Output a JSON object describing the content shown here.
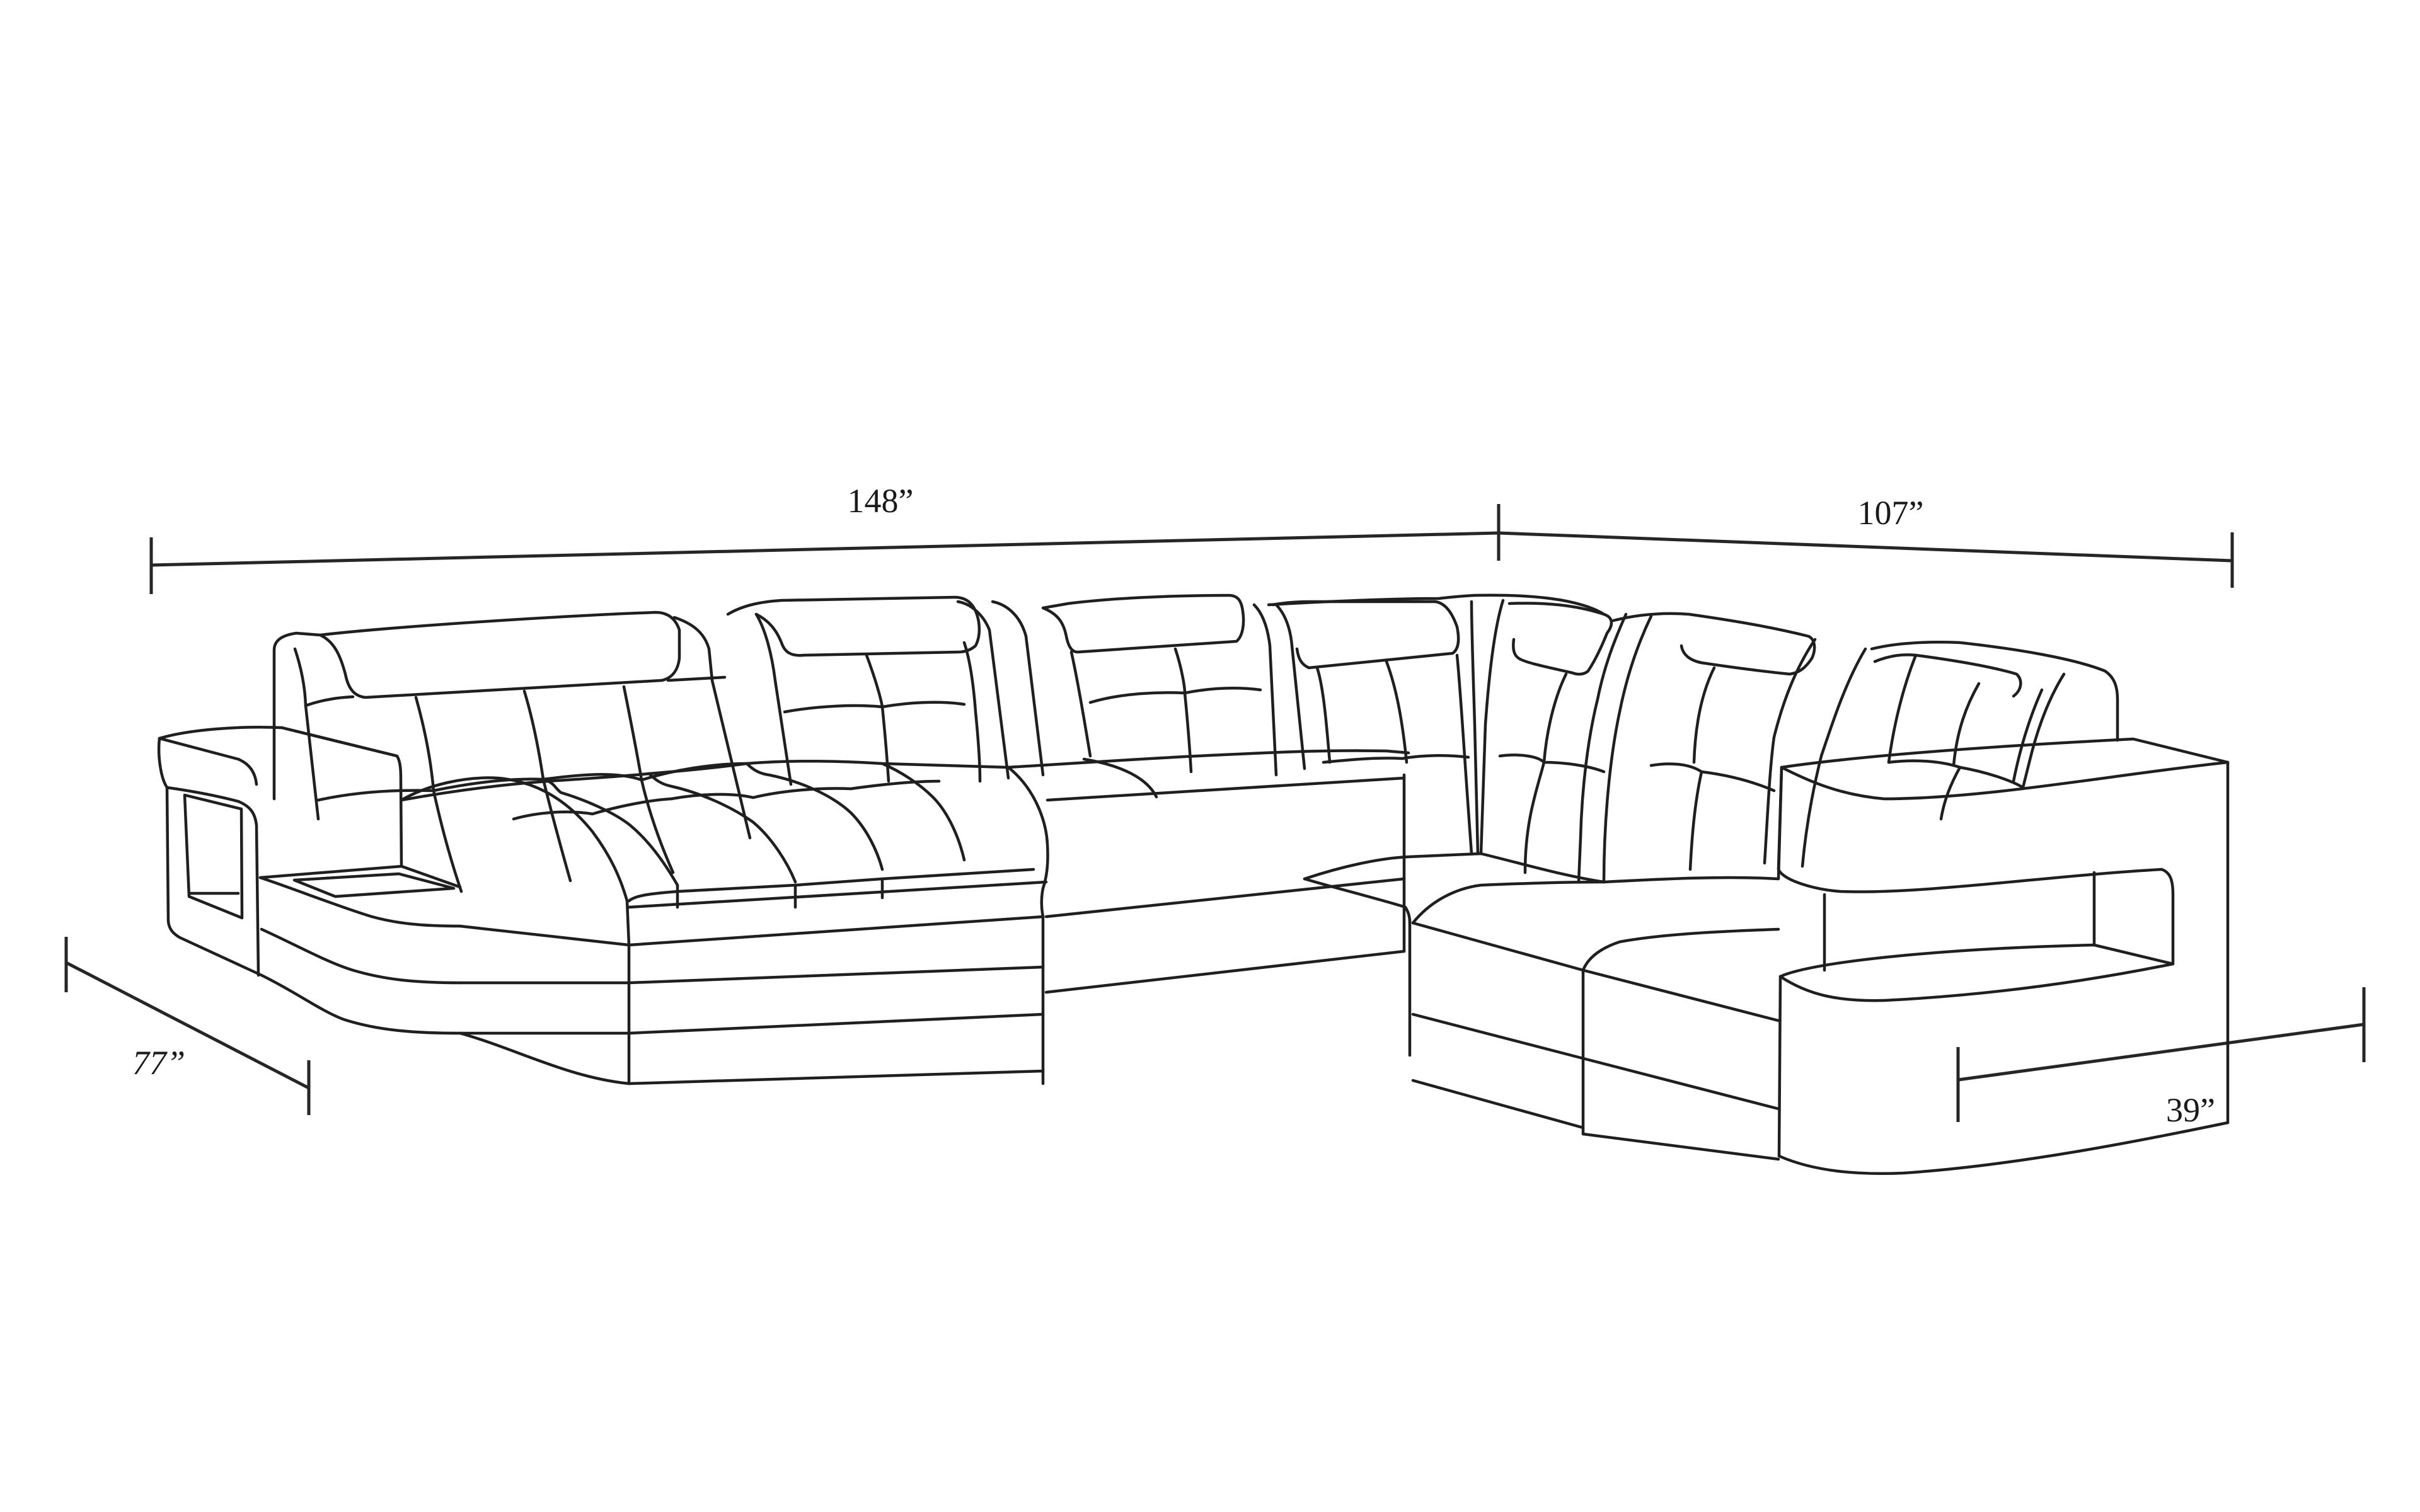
{
  "diagram": {
    "subject": "U-shaped sectional sofa line drawing",
    "line_color": "#1f1f1f",
    "background": "#ffffff"
  },
  "dimensions": {
    "overall_width": {
      "label": "148”",
      "value": 148,
      "unit": "in"
    },
    "right_return_length": {
      "label": "107”",
      "value": 107,
      "unit": "in"
    },
    "chaise_depth": {
      "label": "77”",
      "value": 77,
      "unit": "in"
    },
    "seat_depth": {
      "label": "39”",
      "value": 39,
      "unit": "in"
    }
  }
}
